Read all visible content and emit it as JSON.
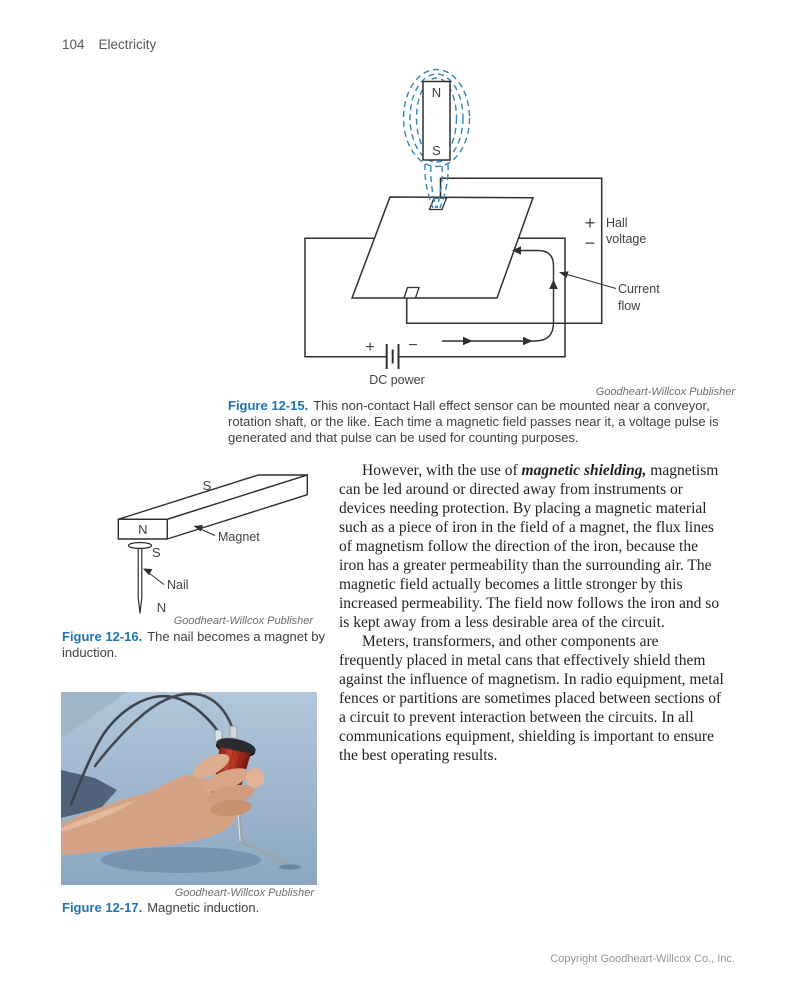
{
  "header": {
    "page_number": "104",
    "chapter": "Electricity"
  },
  "hall_figure": {
    "credit": "Goodheart-Willcox Publisher",
    "label": "Figure 12-15.",
    "caption": "This non-contact Hall effect sensor can be mounted near a conveyor, rotation shaft, or the like. Each time a magnetic field passes near it, a voltage pulse is generated and that pulse can be used for counting purposes.",
    "labels": {
      "north": "N",
      "south": "S",
      "hall_plus": "+",
      "hall_minus": "−",
      "hall_line1": "Hall",
      "hall_line2": "voltage",
      "current_line1": "Current",
      "current_line2": "flow",
      "battery_plus": "+",
      "battery_minus": "−",
      "dc_power": "DC power"
    }
  },
  "induction_figure": {
    "credit": "Goodheart-Willcox Publisher",
    "label": "Figure 12-16.",
    "caption": "The nail becomes a magnet by induction.",
    "labels": {
      "magnet_top_pole": "S",
      "magnet_front_pole": "N",
      "nail_head_pole": "S",
      "nail_tip_pole": "N",
      "magnet": "Magnet",
      "nail": "Nail"
    }
  },
  "photo_figure": {
    "credit": "Goodheart-Willcox Publisher",
    "label": "Figure 12-17.",
    "caption": "Magnetic induction."
  },
  "body_text": {
    "para1_before": "However, with the use of ",
    "para1_emphasis": "magnetic shielding,",
    "para1_after": " magnetism can be led around or directed away from instruments or devices needing protection. By placing a magnetic material such as a piece of iron in the field of a magnet, the flux lines of magnetism follow the direction of the iron, because the iron has a greater permeability than the surrounding air. The magnetic field actually becomes a little stronger by this increased permeability. The field now follows the iron and so is kept away from a less desirable area of the circuit.",
    "para2": "Meters, transformers, and other components are frequently placed in metal cans that effectively shield them against the influence of magnetism. In radio equipment, metal fences or partitions are sometimes placed between sections of a circuit to prevent interaction between the circuits. In all communications equipment, shielding is important to ensure the best operating results."
  },
  "footer": {
    "copyright": "Copyright Goodheart-Willcox Co., Inc."
  },
  "colors": {
    "figure_label_blue": "#1b75bc",
    "field_line_blue": "#2e86c8",
    "body_text": "#231f20",
    "caption_text": "#414042",
    "credit_gray": "#6d6e71",
    "footer_gray": "#939598"
  }
}
